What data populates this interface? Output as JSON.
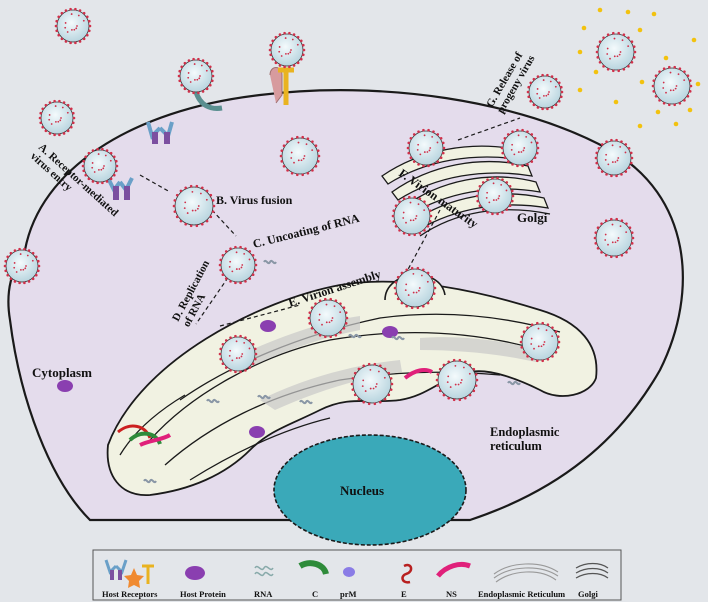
{
  "steps": {
    "a": "A. Receptor-mediated virus entry",
    "b": "B. Virus fusion",
    "c": "C. Uncoating of RNA",
    "d": "D. Replication of RNA",
    "e": "E. Virion assembly",
    "f": "F. Virion maturity",
    "g": "G. Release of progeny virus"
  },
  "compartments": {
    "cytoplasm": "Cytoplasm",
    "golgi": "Golgi",
    "er": "Endoplasmic reticulum",
    "nucleus": "Nucleus"
  },
  "legend": {
    "host_receptors": "Host Receptors",
    "host_protein": "Host Protein",
    "rna": "RNA",
    "c": "C",
    "prm": "prM",
    "e": "E",
    "ns": "NS",
    "er": "Endoplasmic Reticulum",
    "golgi": "Golgi"
  },
  "colors": {
    "cell_fill": "#e4dcec",
    "nucleus": "#3aa9b9",
    "virus_fill": "#d7e8ef",
    "virus_spike": "#d0304a",
    "host_protein": "#8a3fb0",
    "er_fill": "#f1f2e2",
    "ns": "#e0207a"
  }
}
